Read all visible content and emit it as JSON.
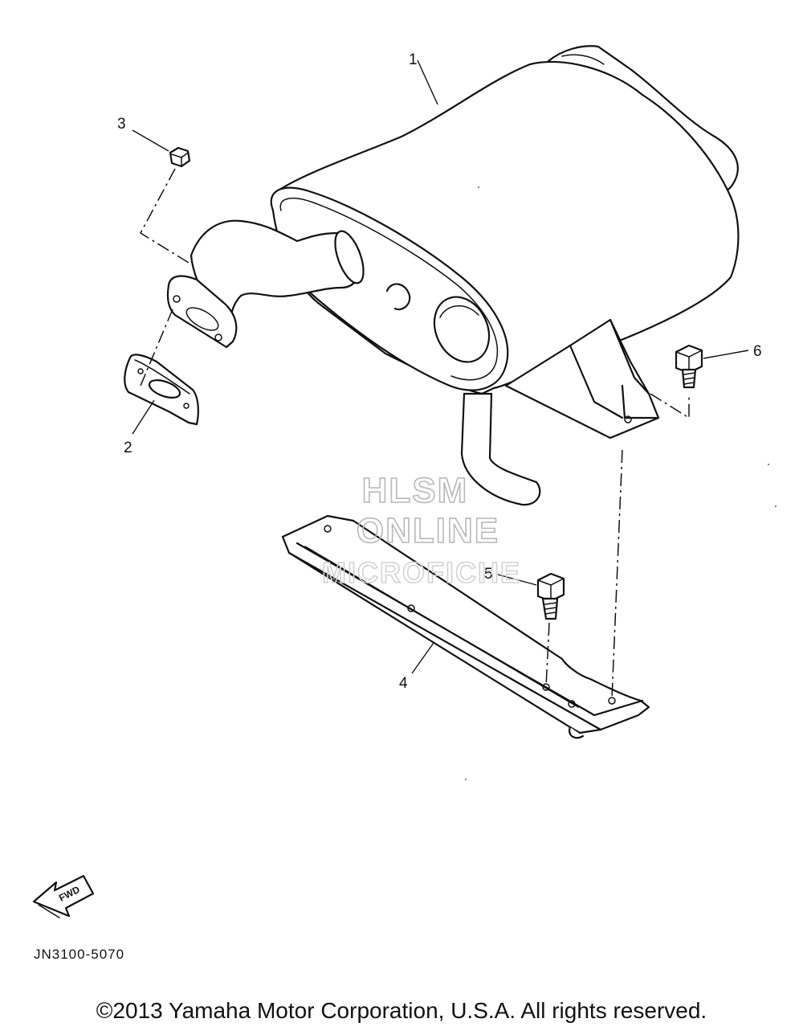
{
  "diagram": {
    "callouts": [
      {
        "id": "1",
        "label": "1"
      },
      {
        "id": "2",
        "label": "2"
      },
      {
        "id": "3",
        "label": "3"
      },
      {
        "id": "4",
        "label": "4"
      },
      {
        "id": "5",
        "label": "5"
      },
      {
        "id": "6",
        "label": "6"
      }
    ],
    "direction_label": "FWD",
    "diagram_code": "JN3100-5070",
    "watermark": [
      "HLSM",
      "ONLINE",
      "MICROFICHE"
    ]
  },
  "footer": {
    "copyright": "©2013 Yamaha Motor Corporation, U.S.A. All rights reserved."
  },
  "colors": {
    "line": "#111111",
    "background": "#ffffff",
    "watermark": "#b8b8b8"
  }
}
